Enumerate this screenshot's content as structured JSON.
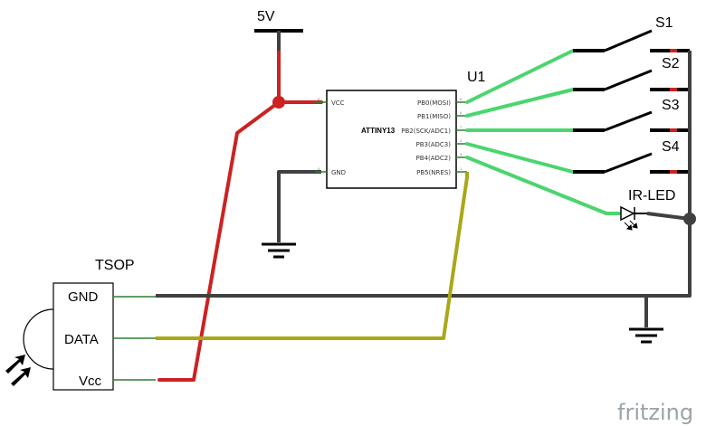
{
  "power": {
    "vcc_label": "5V"
  },
  "mcu": {
    "ref": "U1",
    "name": "ATTINY13",
    "left_pins": [
      "VCC",
      "GND"
    ],
    "right_pins": [
      "PB0(MOSI)",
      "PB1(MISO)",
      "PB2(SCK/ADC1)",
      "PB3(ADC3)",
      "PB4(ADC2)",
      "PB5(NRES)"
    ],
    "right_pin_numbers": [
      "5",
      "6",
      "7",
      "2",
      "3",
      "1"
    ],
    "left_pin_numbers": [
      "8",
      "4"
    ]
  },
  "switches": [
    "S1",
    "S2",
    "S3",
    "S4"
  ],
  "ir_led": {
    "label": "IR-LED"
  },
  "sensor": {
    "title": "TSOP",
    "pins": [
      "GND",
      "DATA",
      "Vcc"
    ]
  },
  "brand": "fritzing",
  "colors": {
    "power_wire": "#cc2222",
    "ground_wire": "#404040",
    "signal_wire": "#4bd56e",
    "data_wire": "#aaa718",
    "pin_lead": "#2e7d32"
  }
}
